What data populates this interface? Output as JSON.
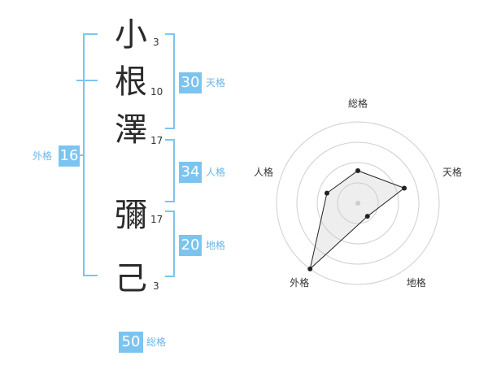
{
  "characters": [
    {
      "char": "小",
      "strokes": "3"
    },
    {
      "char": "根",
      "strokes": "10"
    },
    {
      "char": "澤",
      "strokes": "17"
    },
    {
      "char": "彌",
      "strokes": "17"
    },
    {
      "char": "己",
      "strokes": "3"
    }
  ],
  "fortunes": {
    "tenkaku": {
      "value": "30",
      "label": "天格"
    },
    "jinkaku": {
      "value": "34",
      "label": "人格"
    },
    "chikaku": {
      "value": "20",
      "label": "地格"
    },
    "gaikaku": {
      "value": "16",
      "label": "外格"
    },
    "soukaku": {
      "value": "50",
      "label": "総格"
    }
  },
  "accent_color": "#7cc4f0",
  "chart_data": {
    "type": "radar",
    "axes": [
      "総格",
      "天格",
      "地格",
      "外格",
      "人格"
    ],
    "values": [
      2,
      3,
      1,
      5,
      2
    ],
    "rmax": 5,
    "rings": 4
  }
}
